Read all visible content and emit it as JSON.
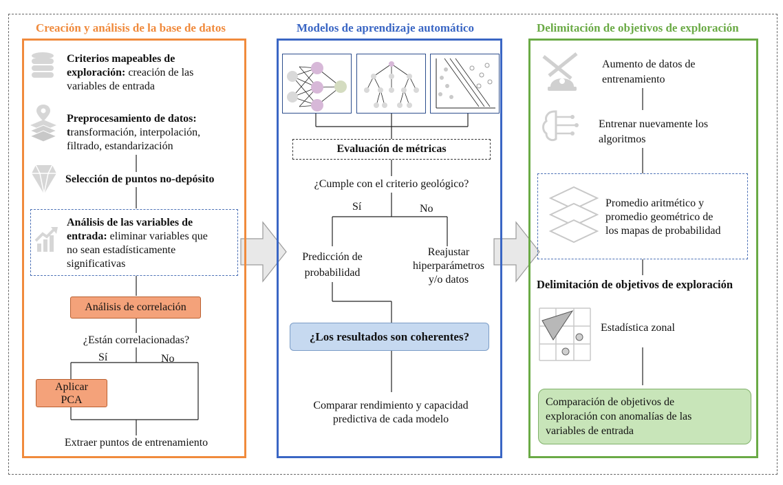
{
  "columns": {
    "left": {
      "title": "Creación y análisis de la base de datos",
      "color": "#f08a3c",
      "items": [
        {
          "bold": "Criterios mapeables de",
          "bold2": "exploración:",
          "rest": " creación de las",
          "line3": "variables de entrada",
          "icon": "database-icon"
        },
        {
          "bold": "Preprocesamiento de datos:",
          "rest1": "t",
          "rest2": "ransformación, interpolación,",
          "line3": "filtrado, estandarización",
          "icon": "layers-icon"
        },
        {
          "bold": "Selección de puntos no-depósito",
          "icon": "diamond-icon"
        },
        {
          "bold": "Análisis de las variables de",
          "bold2": "entrada:",
          "rest": " eliminar variables que",
          "line3": "no sean estadísticamente",
          "line4": "significativas",
          "icon": "growth-chart-icon"
        }
      ],
      "correlation_box": "Análisis de correlación",
      "question": "¿Están correlacionadas?",
      "yes": "Sí",
      "no": "No",
      "pca_box_1": "Aplicar",
      "pca_box_2": "PCA",
      "final": "Extraer puntos de entrenamiento"
    },
    "middle": {
      "title": "Modelos de aprendizaje automático",
      "color": "#3a66c4",
      "thumbnails": [
        "neural-network-icon",
        "decision-tree-icon",
        "svm-scatter-icon"
      ],
      "metrics_box": "Evaluación de métricas",
      "question": "¿Cumple con el criterio geológico?",
      "yes": "Sí",
      "no": "No",
      "pred_1": "Predicción de",
      "pred_2": "probabilidad",
      "readjust_1": "Reajustar",
      "readjust_2": "hiperparámetros",
      "readjust_3": "y/o datos",
      "coherent_box": "¿Los resultados son coherentes?",
      "compare_1": "Comparar rendimiento y capacidad",
      "compare_2": "predictiva  de cada modelo"
    },
    "right": {
      "title": "Delimitación de objetivos de exploración",
      "color": "#6aaa45",
      "step1_1": "Aumento de datos de",
      "step1_2": "entrenamiento",
      "step2_1": "Entrenar nuevamente los",
      "step2_2": "algoritmos",
      "step3_1": "Promedio aritmético  y",
      "step3_2": "promedio geométrico de",
      "step3_3": "los mapas de probabilidad",
      "heading": "Delimitación de objetivos de exploración",
      "step4": "Estadística zonal",
      "final_1": "Comparación de objetivos de",
      "final_2": "exploración con anomalías de las",
      "final_3": "variables de entrada"
    }
  }
}
